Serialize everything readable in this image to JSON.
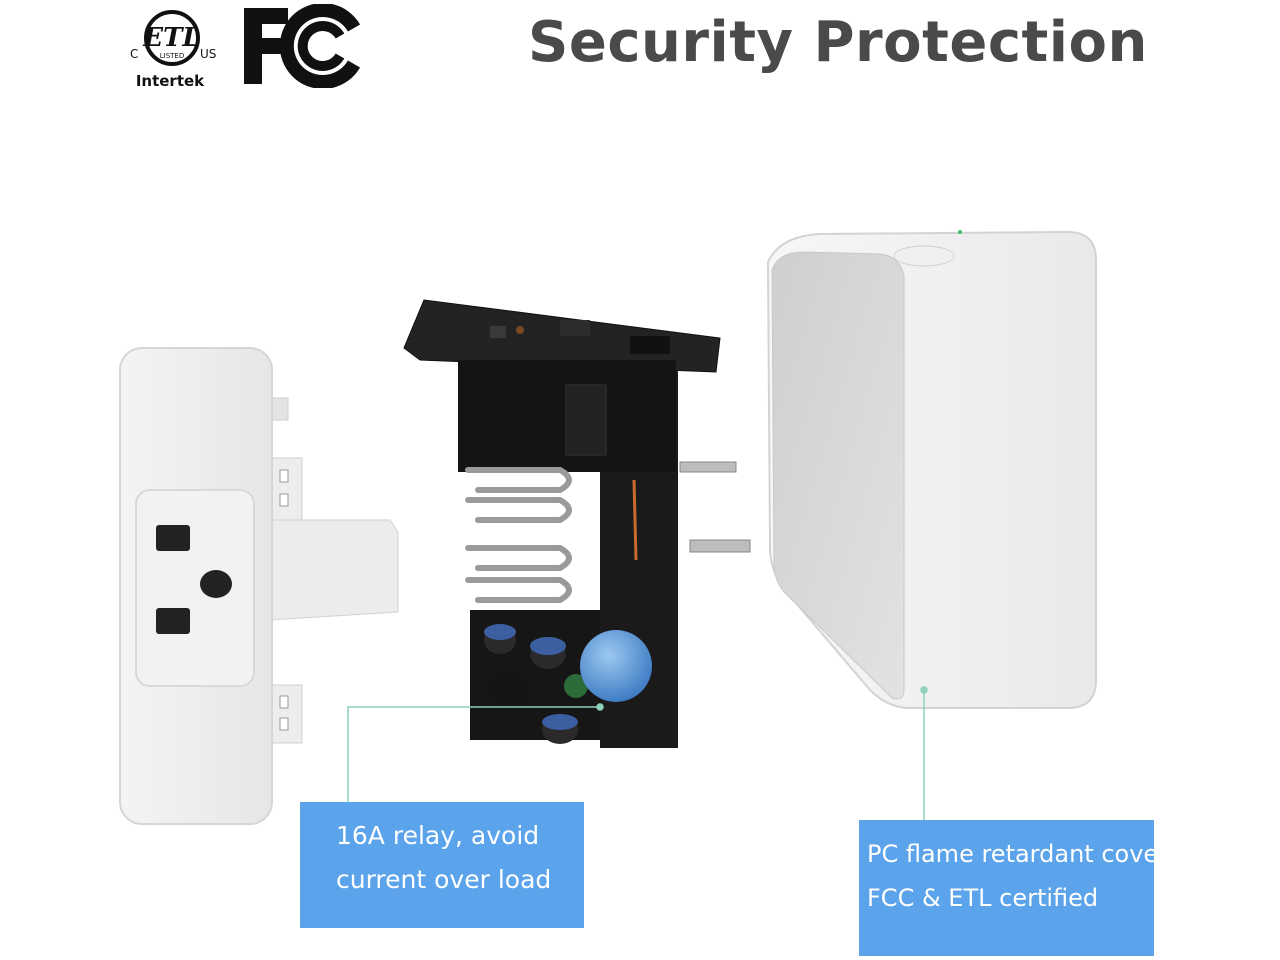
{
  "header": {
    "title": "Security Protection",
    "etl_logo": {
      "top_letters": "C",
      "right_letters": "US",
      "center_text": "LISTED",
      "brand": "Intertek"
    },
    "fcc_logo": {
      "text": "FC"
    }
  },
  "callouts": [
    {
      "line1": "16A relay, avoid",
      "line2": "current over load"
    },
    {
      "line1": "PC flame retardant cover,",
      "line2": "FCC &  ETL certified"
    }
  ],
  "colors": {
    "callout_bg": "#5ba3ea",
    "title": "#4a4a4a",
    "leader_line": "#8fd0b8"
  }
}
